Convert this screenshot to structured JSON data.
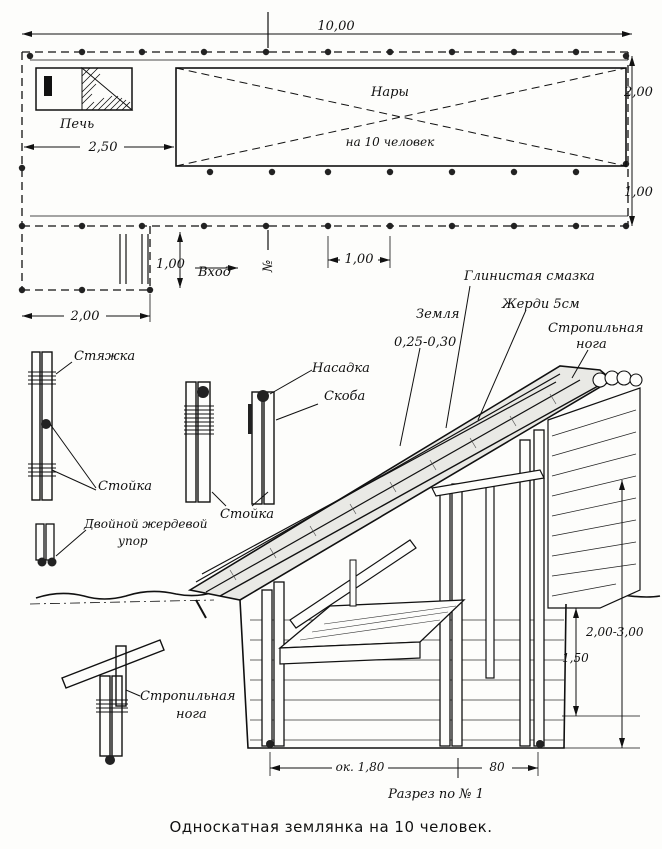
{
  "plan": {
    "dim_total_length": "10,00",
    "dim_width": "2,00",
    "dim_entrance_width": "1,00",
    "dim_stove_offset": "2,50",
    "dim_entrance_length": "1,00",
    "dim_entrance_depth": "2,00",
    "dim_post_spacing": "1,00",
    "label_stove": "Печь",
    "label_bunks": "Нары",
    "label_capacity": "на 10 человек",
    "label_entrance": "Вход",
    "label_section_mark": "№"
  },
  "section": {
    "label_clay": "Глинистая смазка",
    "label_earth": "Земля",
    "label_earth_thickness": "0,25-0,30",
    "label_poles": "Жерди 5см",
    "label_rafter": "Стропильная",
    "label_rafter_2": "нога",
    "dim_depth_range": "2,00-3,00",
    "dim_depth": "1,50",
    "dim_bottom_width": "ок. 1,80",
    "dim_passage": "80",
    "section_title": "Разрез по № 1"
  },
  "details": {
    "label_tie": "Стяжка",
    "label_post": "Стойка",
    "label_post_2": "Стойка",
    "label_double_stop": "Двойной жердевой",
    "label_double_stop_2": "упор",
    "label_cap": "Насадка",
    "label_bracket": "Скоба",
    "label_rafter": "Стропильная",
    "label_rafter_2": "нога"
  },
  "caption": "Односкатная землянка на 10 человек."
}
